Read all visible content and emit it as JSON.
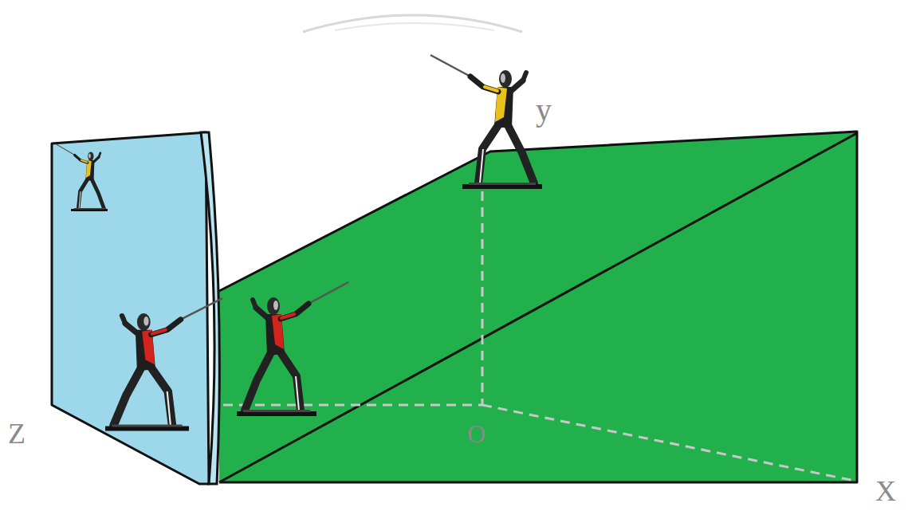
{
  "diagram": {
    "labels": [
      "y",
      "Z",
      "O",
      "X"
    ]
  }
}
